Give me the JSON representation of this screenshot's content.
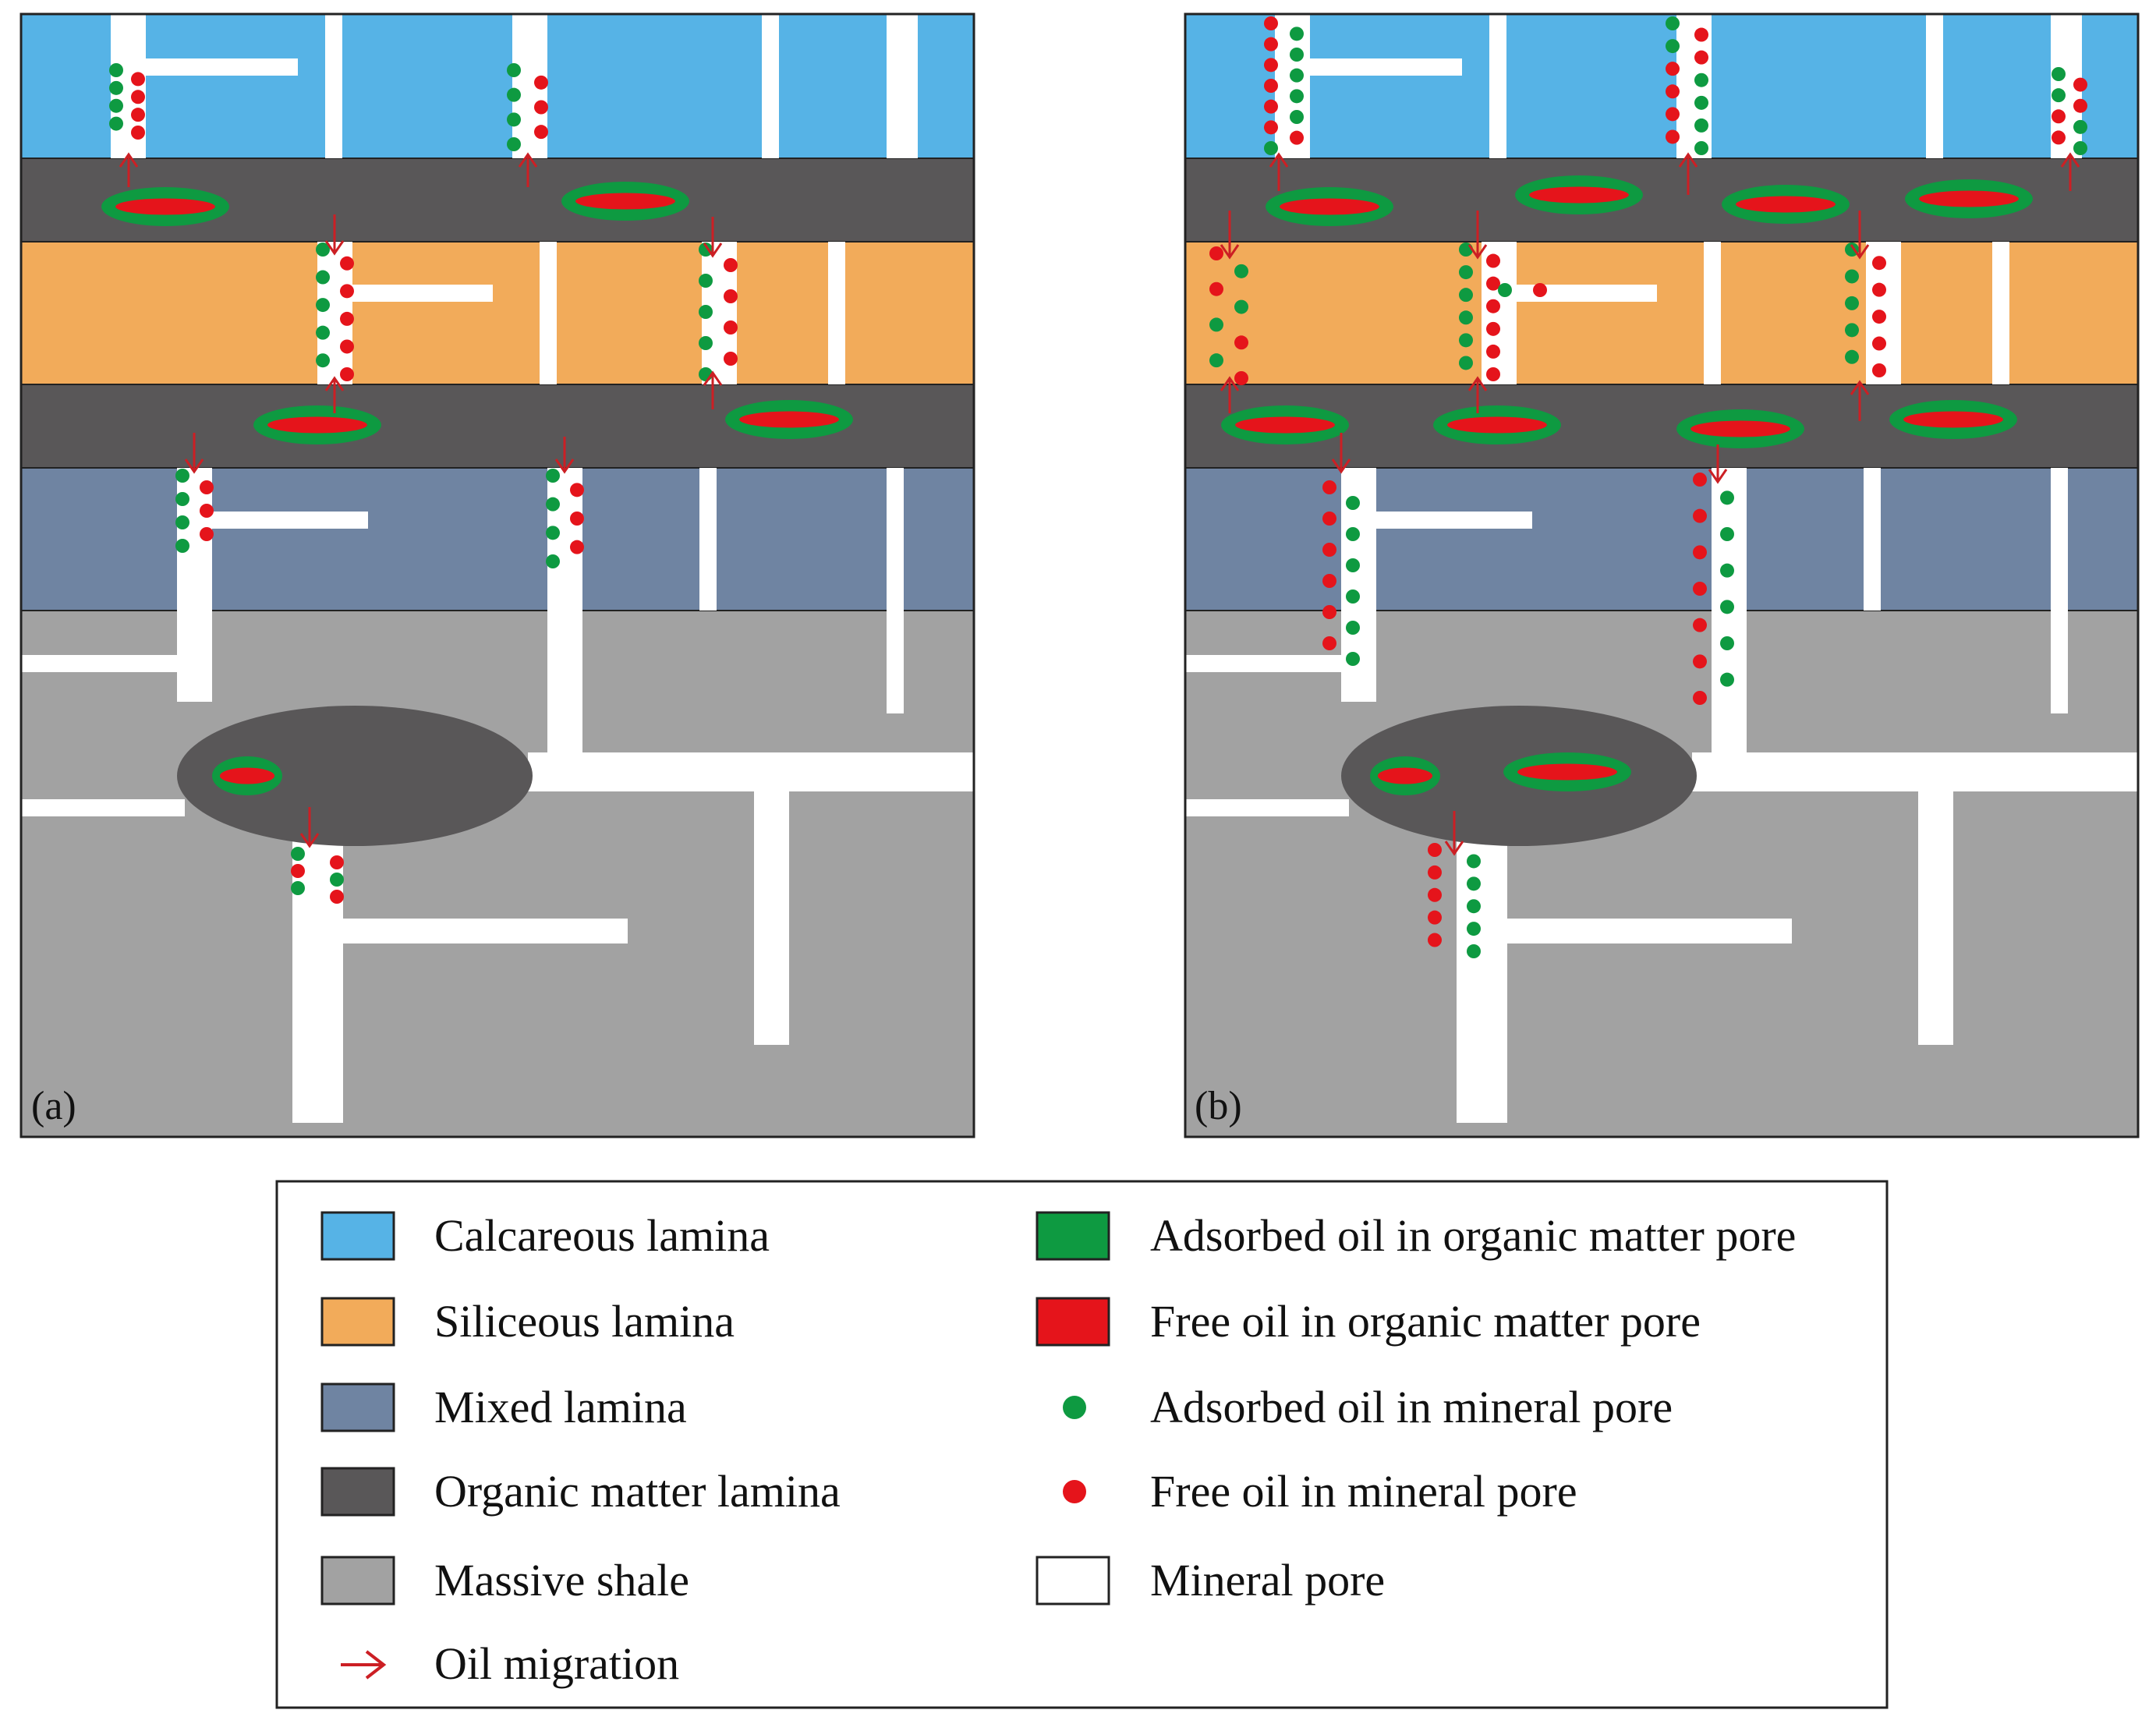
{
  "panels": [
    {
      "id": "a",
      "label": "(a)"
    },
    {
      "id": "b",
      "label": "(b)"
    }
  ],
  "legend": {
    "left": [
      {
        "kind": "box",
        "color": "#56b3e6",
        "text": "Calcareous lamina"
      },
      {
        "kind": "box",
        "color": "#f2ab5a",
        "text": "Siliceous lamina"
      },
      {
        "kind": "box",
        "color": "#6f84a2",
        "text": "Mixed lamina"
      },
      {
        "kind": "box",
        "color": "#595758",
        "text": "Organic matter lamina"
      },
      {
        "kind": "box",
        "color": "#a2a2a2",
        "text": "Massive shale"
      },
      {
        "kind": "arrow",
        "color": "#cc1f24",
        "text": "Oil migration"
      }
    ],
    "right": [
      {
        "kind": "box",
        "color": "#0e9a41",
        "text": "Adsorbed oil in organic matter pore"
      },
      {
        "kind": "box",
        "color": "#e5141b",
        "text": "Free oil in organic matter pore"
      },
      {
        "kind": "dot",
        "color": "#0e9a41",
        "text": "Adsorbed oil in mineral pore"
      },
      {
        "kind": "dot",
        "color": "#e5141b",
        "text": "Free oil in mineral pore"
      },
      {
        "kind": "box",
        "color": "#ffffff",
        "text": "Mineral pore"
      }
    ]
  },
  "colors": {
    "calcareous": "#56b3e6",
    "siliceous": "#f2ab5a",
    "mixed": "#6f84a2",
    "organic": "#595758",
    "massive": "#a2a2a2",
    "pore": "#ffffff",
    "adsorbed": "#0e9a41",
    "free": "#e5141b",
    "arrow": "#cc1f24",
    "outline": "#222222"
  }
}
